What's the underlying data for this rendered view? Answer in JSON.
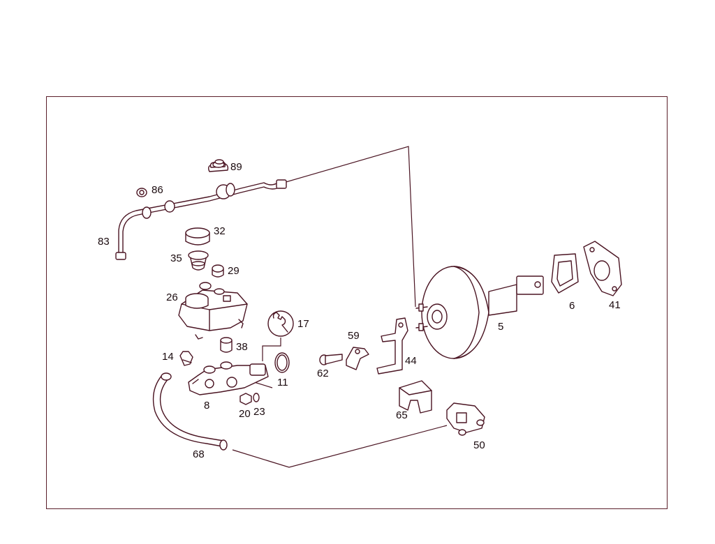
{
  "diagram": {
    "labels": {
      "p89": "89",
      "p86": "86",
      "p83": "83",
      "p32": "32",
      "p35": "35",
      "p29": "29",
      "p26": "26",
      "p17": "17",
      "p14": "14",
      "p38": "38",
      "p11": "11",
      "p8": "8",
      "p20": "20",
      "p23": "23",
      "p68": "68",
      "p62": "62",
      "p59": "59",
      "p44": "44",
      "p65": "65",
      "p50": "50",
      "p5": "5",
      "p6": "6",
      "p41": "41"
    }
  }
}
